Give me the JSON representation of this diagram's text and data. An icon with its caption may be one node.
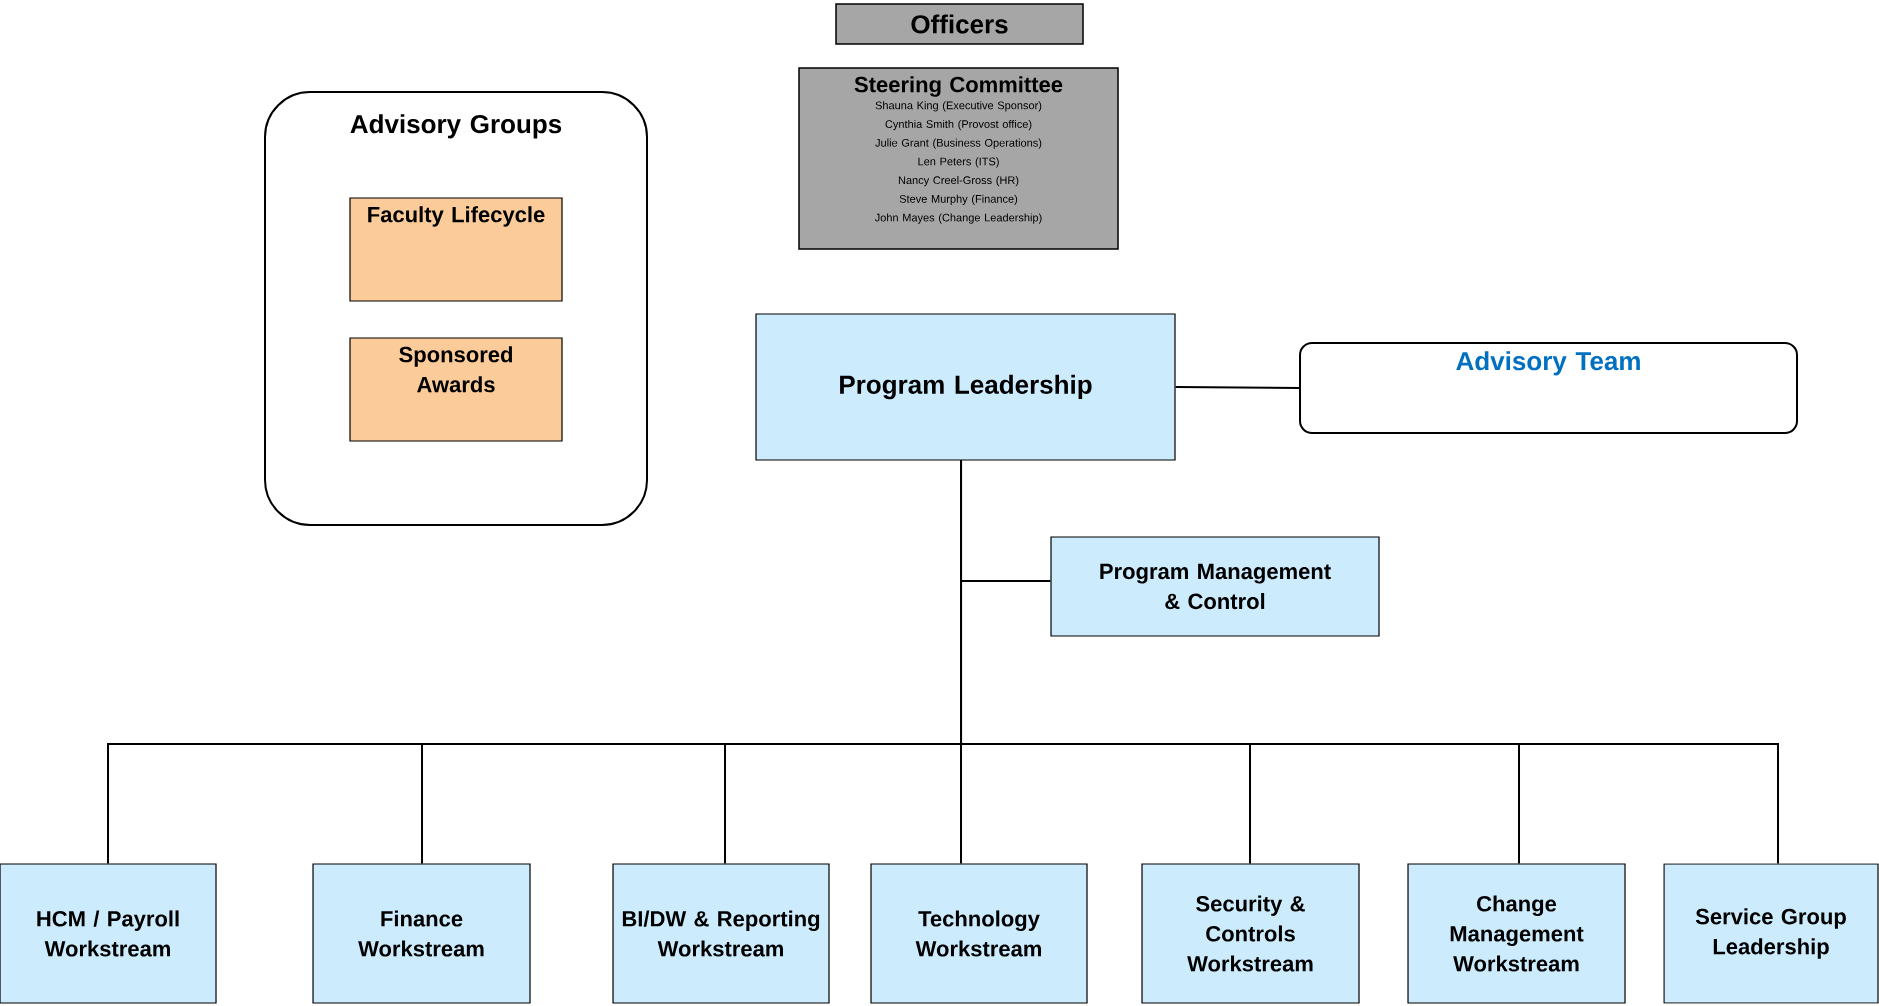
{
  "diagram": {
    "nodes": [
      {
        "text": [
          "Officers"
        ]
      },
      {
        "text": [
          "Steering Committee",
          "Shauna King (Executive Sponsor)",
          "Cynthia Smith (Provost office)",
          "Julie Grant (Business Operations)",
          "Len Peters (ITS)",
          "Nancy Creel-Gross (HR)",
          "Steve Murphy (Finance)",
          "John Mayes (Change Leadership)"
        ]
      },
      {
        "text": [
          "Advisory Groups"
        ]
      },
      {
        "text": [
          "Faculty Lifecycle"
        ],
        "in": 2
      },
      {
        "text": [
          "Sponsored Awards"
        ],
        "in": 2
      },
      {
        "text": [
          "Program Leadership"
        ]
      },
      {
        "text": [
          "Advisory Team"
        ]
      },
      {
        "text": [
          "Program Management & Control"
        ]
      },
      {
        "text": [
          "HCM / Payroll Workstream"
        ]
      },
      {
        "text": [
          "Finance Workstream"
        ]
      },
      {
        "text": [
          "BI/DW & Reporting Workstream"
        ]
      },
      {
        "text": [
          "Technology Workstream"
        ]
      },
      {
        "text": [
          "Security & Controls Workstream"
        ]
      },
      {
        "text": [
          "Change Management Workstream"
        ]
      },
      {
        "text": [
          "Service Group Leadership"
        ]
      }
    ],
    "edges": [
      {
        "from": 5,
        "to": 6,
        "arrow": "none"
      },
      {
        "from": 5,
        "to": 7,
        "arrow": "none"
      },
      {
        "from": 5,
        "to": 8,
        "arrow": "none"
      },
      {
        "from": 5,
        "to": 9,
        "arrow": "none"
      },
      {
        "from": 5,
        "to": 10,
        "arrow": "none"
      },
      {
        "from": 5,
        "to": 11,
        "arrow": "none"
      },
      {
        "from": 5,
        "to": 12,
        "arrow": "none"
      },
      {
        "from": 5,
        "to": 13,
        "arrow": "none"
      },
      {
        "from": 5,
        "to": 14,
        "arrow": "none"
      }
    ]
  }
}
